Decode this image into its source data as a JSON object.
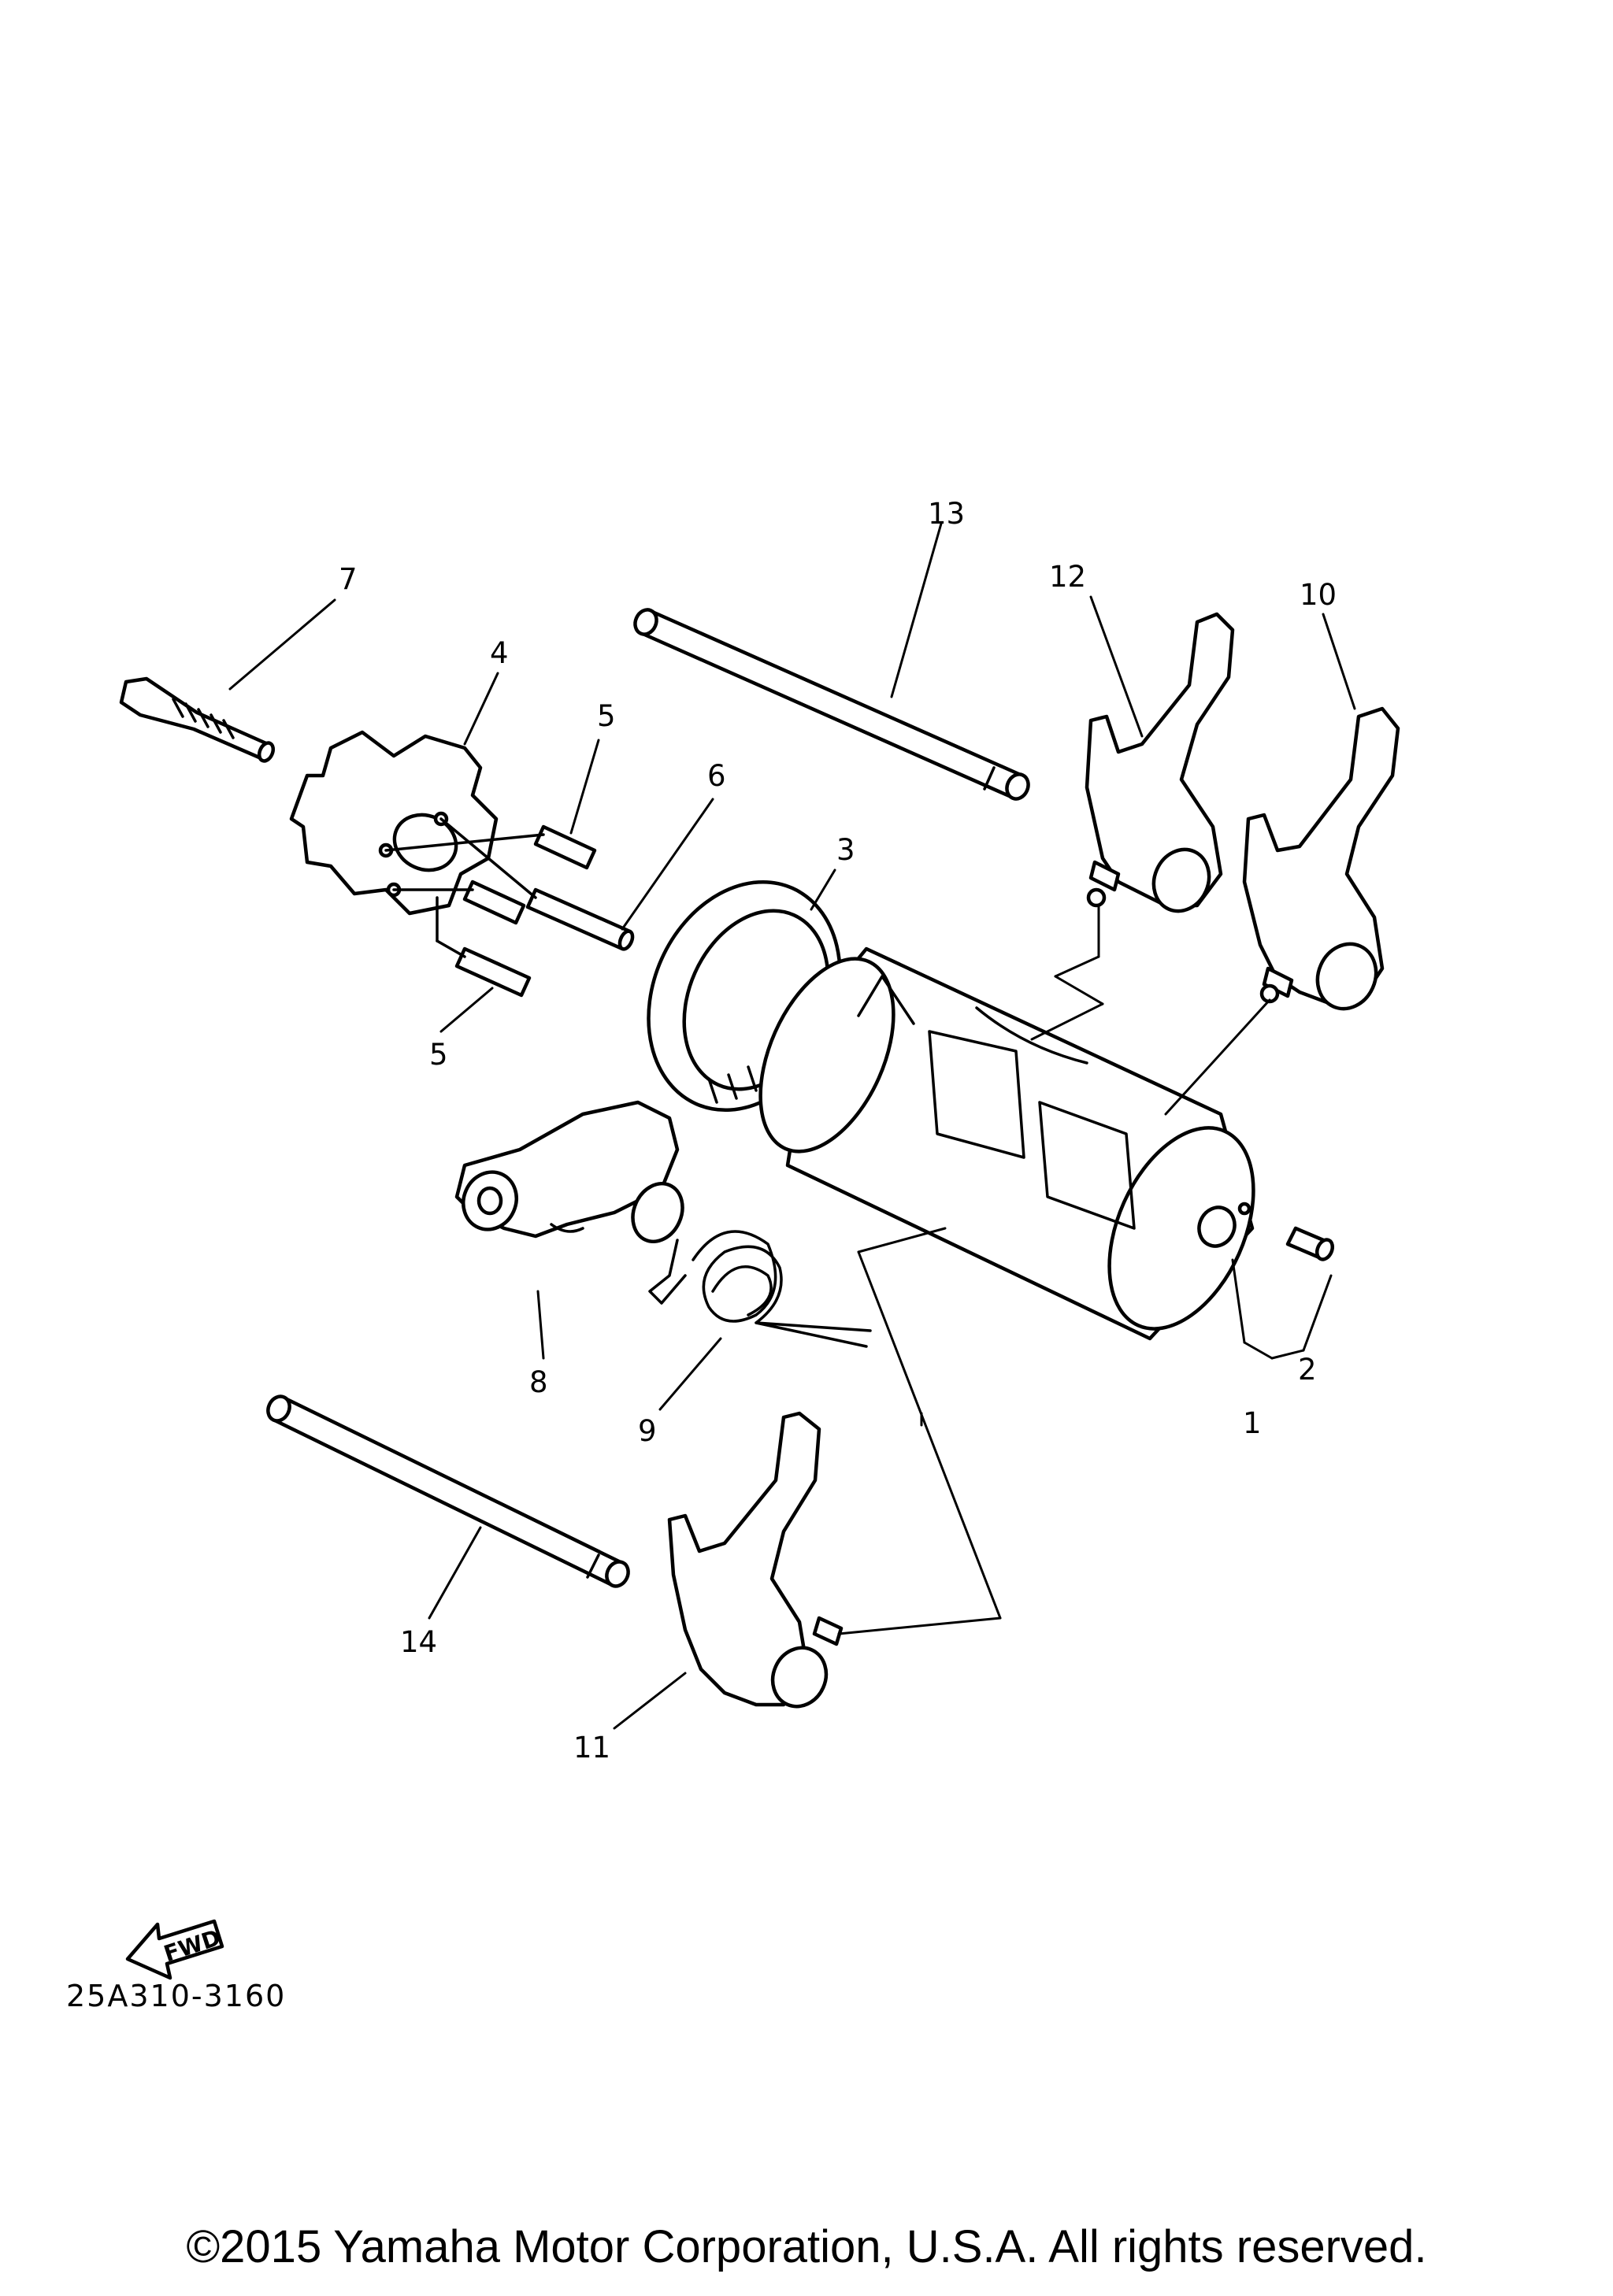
{
  "diagram": {
    "callouts": [
      "1",
      "2",
      "3",
      "4",
      "5",
      "5",
      "6",
      "7",
      "8",
      "9",
      "10",
      "11",
      "12",
      "13",
      "14"
    ],
    "fwd_label": "FWD",
    "drawing_code": "25A310-3160"
  },
  "footer": {
    "copyright": "©2015 Yamaha Motor Corporation, U.S.A. All rights reserved."
  }
}
